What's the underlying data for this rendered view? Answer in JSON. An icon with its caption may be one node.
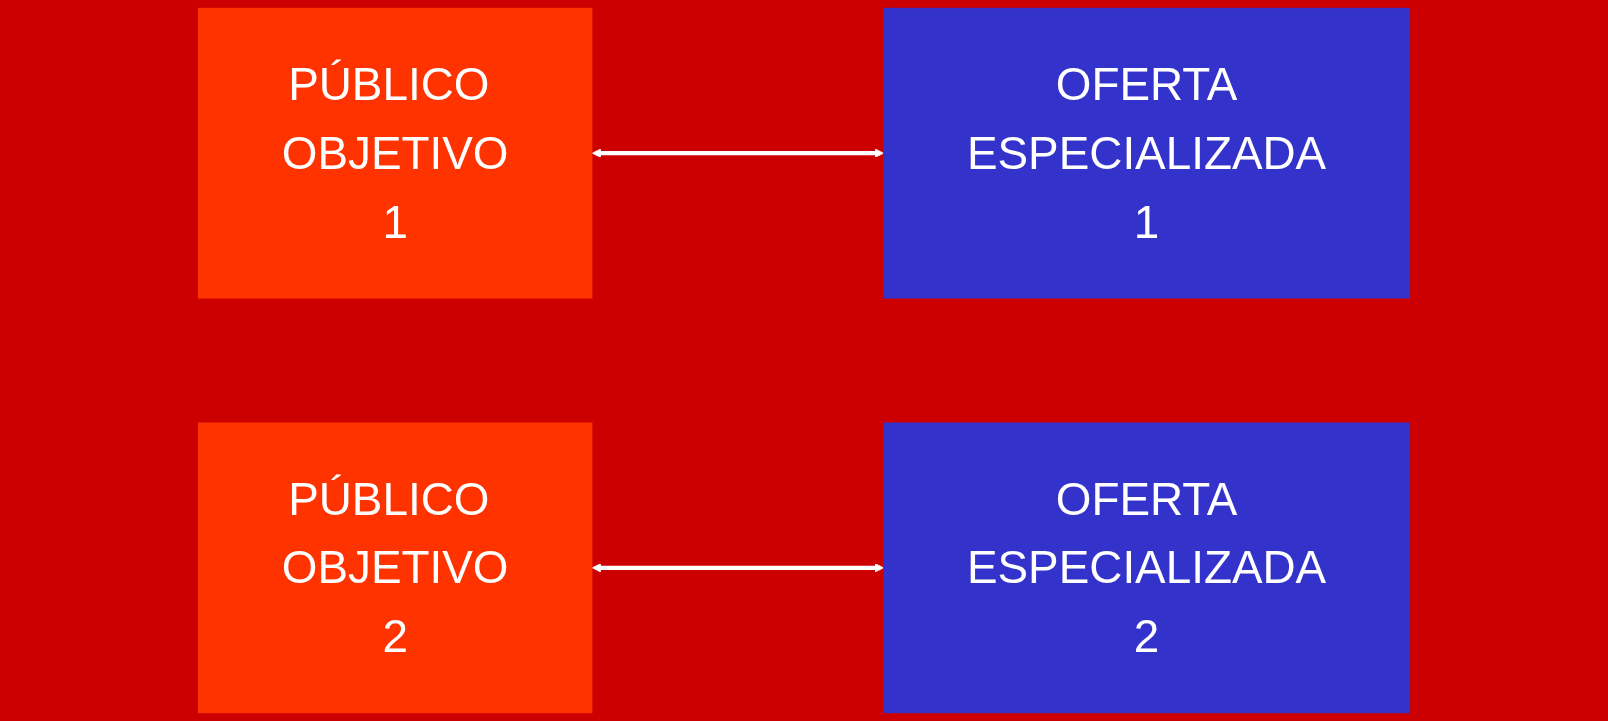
{
  "diagram": {
    "nodes": [
      {
        "text": [
          "PÚBLICO OBJETIVO 1"
        ]
      },
      {
        "text": [
          "OFERTA ESPECIALIZADA 1"
        ]
      },
      {
        "text": [
          "PÚBLICO OBJETIVO 2"
        ]
      },
      {
        "text": [
          "OFERTA ESPECIALIZADA 2"
        ]
      }
    ],
    "edges": [
      {
        "from": 0,
        "to": 1,
        "arrow": "both"
      },
      {
        "from": 2,
        "to": 3,
        "arrow": "both"
      }
    ]
  }
}
